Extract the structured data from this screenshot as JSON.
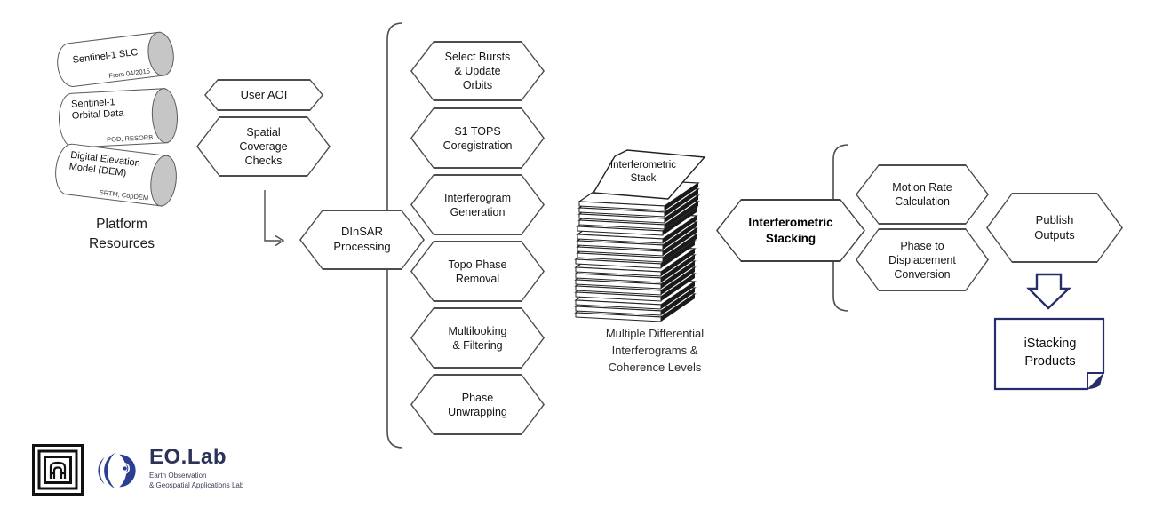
{
  "colors": {
    "line_gray": "#4d4d4d",
    "accent_navy": "#272c6b",
    "eolab_blue": "#2c3e93",
    "cylinder_end_gray": "#c6c6c6"
  },
  "platform": {
    "label": "Platform\nResources",
    "cylinders": [
      {
        "title": "Sentinel-1 SLC",
        "subtitle": "From 04/2015"
      },
      {
        "title": "Sentinel-1\nOrbital Data",
        "subtitle": "POD, RESORB"
      },
      {
        "title": "Digital Elevation\nModel (DEM)",
        "subtitle": "SRTM, CopDEM"
      }
    ]
  },
  "aoi": {
    "user_aoi": "User AOI",
    "spatial_checks": "Spatial\nCoverage\nChecks"
  },
  "dinsar": {
    "label": "DInSAR\nProcessing",
    "steps": [
      {
        "label": "Select Bursts\n& Update\nOrbits"
      },
      {
        "label": "S1 TOPS\nCoregistration"
      },
      {
        "label": "Interferogram\nGeneration"
      },
      {
        "label": "Topo Phase\nRemoval"
      },
      {
        "label": "Multilooking\n& Filtering"
      },
      {
        "label": "Phase\nUnwrapping"
      }
    ]
  },
  "stack": {
    "title": "Interferometric\nStack",
    "caption": "Multiple Differential\nInterferograms &\nCoherence Levels"
  },
  "stacking": {
    "label": "Interferometric\nStacking",
    "steps": [
      {
        "label": "Motion Rate\nCalculation"
      },
      {
        "label": "Phase to\nDisplacement\nConversion"
      }
    ]
  },
  "output": {
    "publish": "Publish\nOutputs",
    "product": "iStacking\nProducts"
  },
  "footer": {
    "eolab_title": "EO.Lab",
    "eolab_line1": "Earth Observation",
    "eolab_line2": "& Geospatial Applications Lab"
  }
}
